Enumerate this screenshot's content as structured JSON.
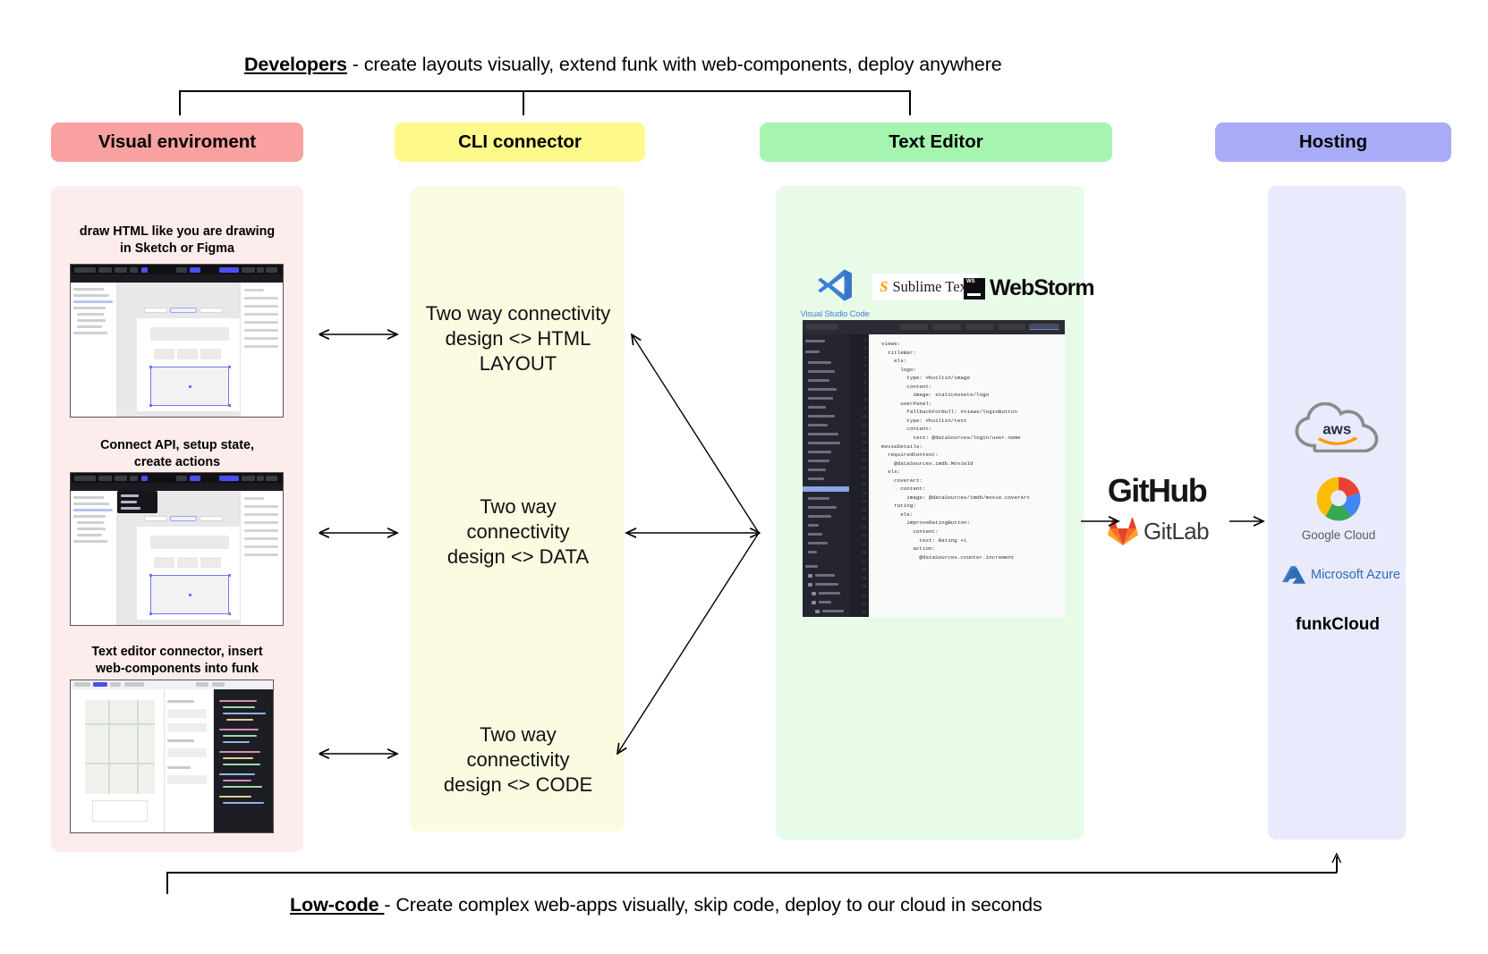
{
  "top_caption": {
    "bold": "Developers",
    "rest": " - create layouts visually, extend funk with web-components, deploy anywhere"
  },
  "bottom_caption": {
    "bold": "Low-code ",
    "rest": " - Create complex web-apps visually, skip code, deploy to our cloud in seconds"
  },
  "columns": [
    {
      "id": "visual",
      "title": "Visual enviroment",
      "header_color": "#f9a0a0",
      "body_color": "#fdecec"
    },
    {
      "id": "cli",
      "title": "CLI connector",
      "header_color": "#fdf98a",
      "body_color": "#fbfbe2"
    },
    {
      "id": "editor",
      "title": "Text Editor",
      "header_color": "#a5f5b0",
      "body_color": "#e8fbe9"
    },
    {
      "id": "hosting",
      "title": "Hosting",
      "header_color": "#a8acf8",
      "body_color": "#e9eafc"
    }
  ],
  "visual_env": {
    "captions": [
      "draw HTML like you are drawing\nin Sketch or Figma",
      "Connect API, setup state,\ncreate actions",
      "Text editor connector, insert\nweb-components into funk"
    ]
  },
  "cli_blocks": [
    "Two way connectivity\ndesign <> HTML\nLAYOUT",
    "Two way\nconnectivity\ndesign <> DATA",
    "Two way\nconnectivity\ndesign <> CODE"
  ],
  "editor_logos": [
    {
      "name": "Visual Studio Code",
      "label": "Visual Studio Code"
    },
    {
      "name": "Sublime Text",
      "label": "Sublime Text",
      "mark": "S"
    },
    {
      "name": "WebStorm",
      "label": "WebStorm",
      "mark": "WS"
    }
  ],
  "code_snippet": "views:\n  titleBar:\n    els:\n      logo:\n        type: #builtin/image\n        content:\n          image: staticAssets/logo\n      userPanel:\n        fallbackForNull: #views/loginButton\n        type: #builtin/text\n        content:\n          text: @dataSources/login/user.name\nmovieDetails:\n  requiredContext:\n    @dataSources.imdb.MovieId\n  els:\n    coverArt:\n      content:\n        image: @dataSources/imdb/movie.coverArt\n    rating:\n      els:\n        improveRatingButton:\n          content:\n            text: Rating +1\n          action:\n            @dataSources.counter.increment",
  "git": {
    "github": "GitHub",
    "gitlab": "GitLab"
  },
  "hosting_items": [
    {
      "name": "aws",
      "label": "aws"
    },
    {
      "name": "google-cloud",
      "label": "Google Cloud"
    },
    {
      "name": "microsoft-azure",
      "label": "Microsoft Azure"
    },
    {
      "name": "funkcloud",
      "label": "funkCloud"
    }
  ],
  "colors": {
    "red": "#f9a0a0",
    "red_bg": "#fdecec",
    "yellow": "#fdf98a",
    "yellow_bg": "#fbfbe2",
    "green": "#a5f5b0",
    "green_bg": "#e8fbe9",
    "blue": "#a8acf8",
    "blue_bg": "#e9eafc",
    "line": "#000000"
  }
}
